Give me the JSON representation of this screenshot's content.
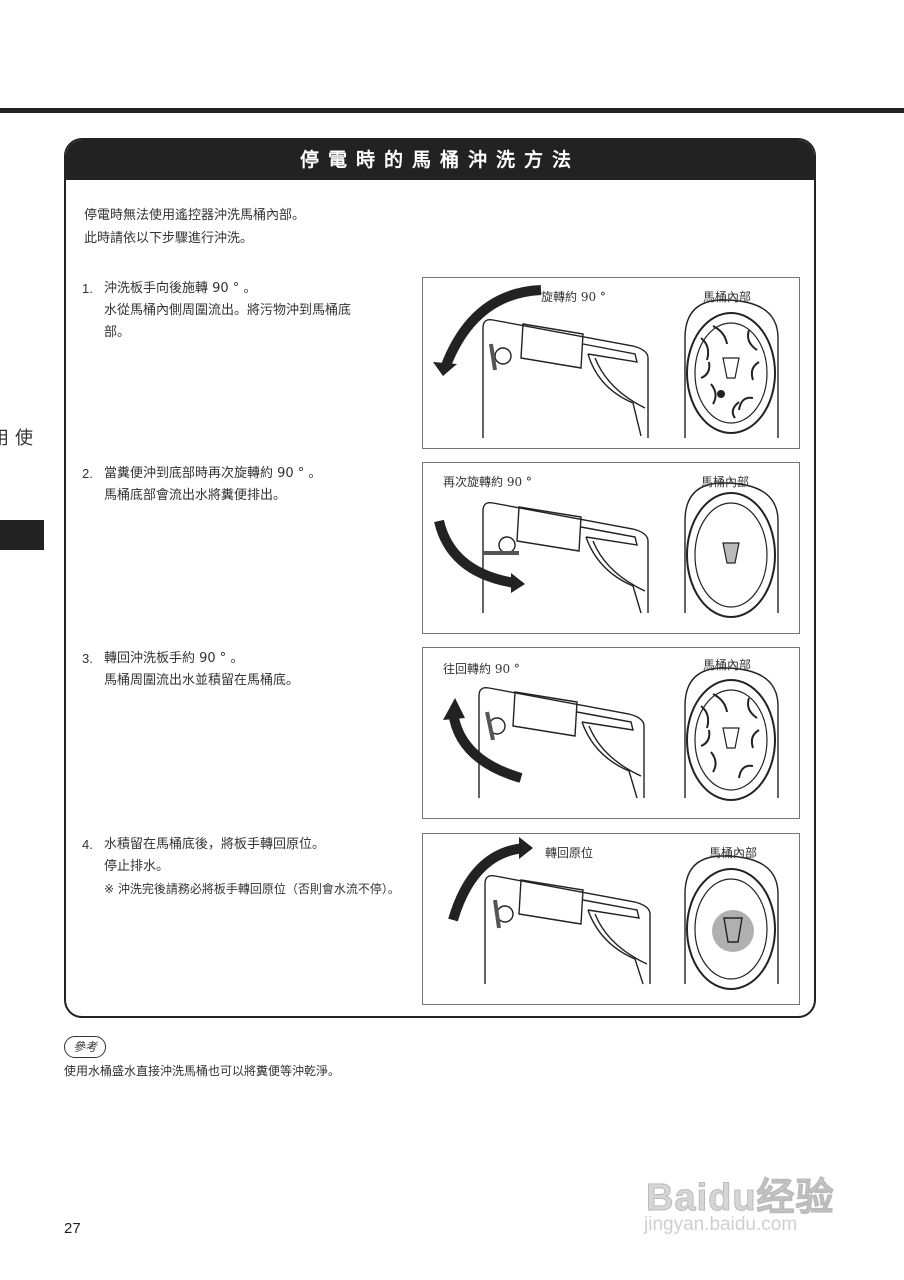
{
  "page": {
    "title": "停電時的馬桶沖洗方法",
    "intro": [
      "停電時無法使用遙控器沖洗馬桶內部。",
      "此時請依以下步驟進行沖洗。"
    ],
    "side_tab": "使用方法",
    "page_number": "27"
  },
  "steps": [
    {
      "num": "1.",
      "lines": [
        "沖洗板手向後施轉 90 ° 。",
        "水從馬桶內側周圍流出。將污物沖到馬桶底",
        "部。"
      ],
      "note": "",
      "panel_label_left": "旋轉約 90 °",
      "panel_label_right": "馬桶內部"
    },
    {
      "num": "2.",
      "lines": [
        "當糞便沖到底部時再次旋轉約 90 ° 。",
        "馬桶底部會流出水將糞便排出。"
      ],
      "note": "",
      "panel_label_left": "再次旋轉約 90 °",
      "panel_label_right": "馬桶內部"
    },
    {
      "num": "3.",
      "lines": [
        "轉回沖洗板手約 90 ° 。",
        "馬桶周圍流出水並積留在馬桶底。"
      ],
      "note": "",
      "panel_label_left": "往回轉約 90 °",
      "panel_label_right": "馬桶內部"
    },
    {
      "num": "4.",
      "lines": [
        "水積留在馬桶底後，將板手轉回原位。",
        "停止排水。"
      ],
      "note": "※  沖洗完後請務必將板手轉回原位（否則會水流不停）。",
      "panel_label_left": "轉回原位",
      "panel_label_right": "馬桶內部"
    }
  ],
  "reference": {
    "badge": "參考",
    "text": "使用水桶盛水直接沖洗馬桶也可以將糞便等沖乾淨。"
  },
  "watermark": {
    "logo": "Baidu经验",
    "sub": "jingyan.baidu.com"
  },
  "colors": {
    "ink": "#222222",
    "highlight": "#b0b0b0"
  }
}
